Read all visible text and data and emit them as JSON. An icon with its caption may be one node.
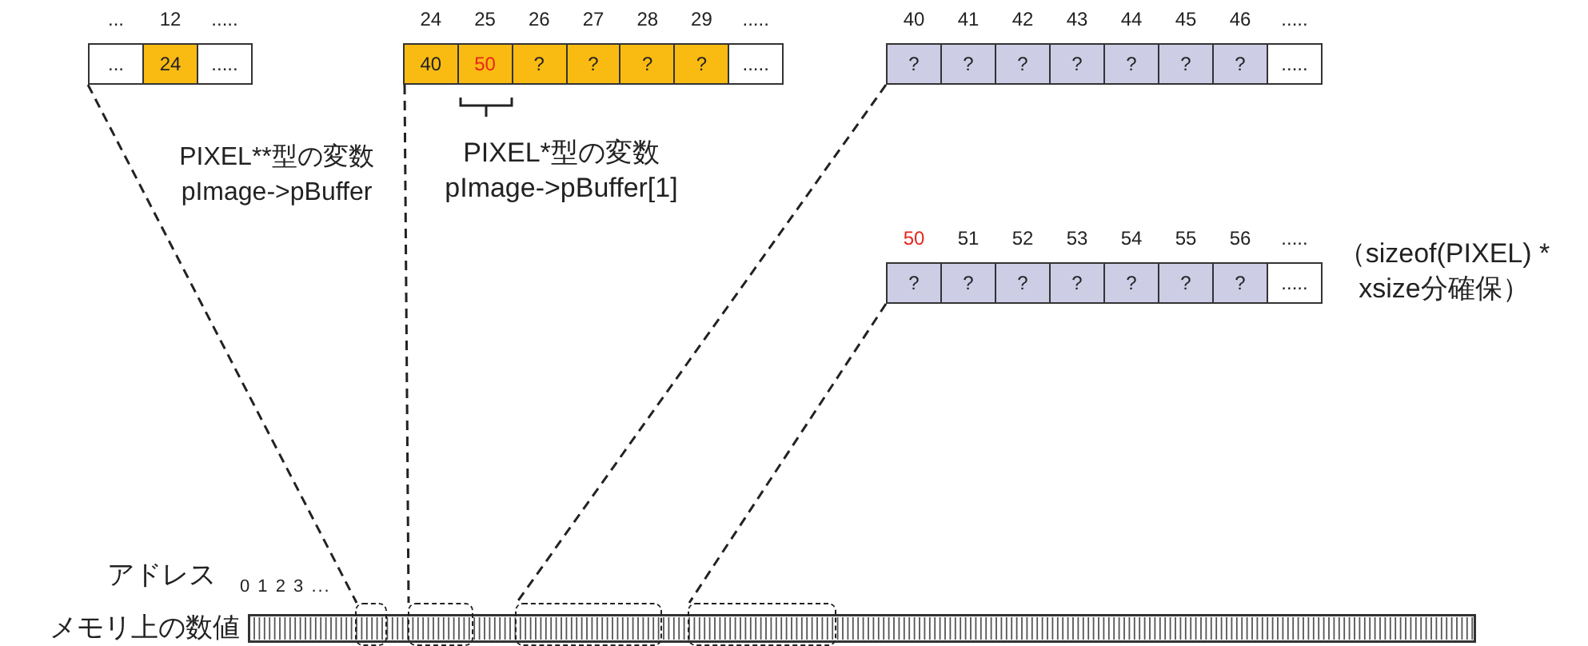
{
  "diagram": {
    "nodes": [
      {
        "text": [],
        "shape": "box"
      },
      {
        "text": [
          "..."
        ],
        "in": 0,
        "beside": [
          "..."
        ]
      },
      {
        "text": [
          "24"
        ],
        "in": 0,
        "beside": [
          "12"
        ]
      },
      {
        "text": [
          "....."
        ],
        "in": 0,
        "beside": [
          "....."
        ]
      },
      {
        "text": [],
        "shape": "box"
      },
      {
        "text": [
          "40"
        ],
        "in": 4,
        "beside": [
          "24"
        ]
      },
      {
        "text": [
          "50"
        ],
        "in": 4,
        "beside": [
          "25"
        ]
      },
      {
        "text": [
          "?"
        ],
        "in": 4,
        "beside": [
          "26"
        ]
      },
      {
        "text": [
          "?"
        ],
        "in": 4,
        "beside": [
          "27"
        ]
      },
      {
        "text": [
          "?"
        ],
        "in": 4,
        "beside": [
          "28"
        ]
      },
      {
        "text": [
          "?"
        ],
        "in": 4,
        "beside": [
          "29"
        ]
      },
      {
        "text": [
          "....."
        ],
        "in": 4,
        "beside": [
          "....."
        ]
      },
      {
        "text": [],
        "shape": "box"
      },
      {
        "text": [
          "?"
        ],
        "in": 12,
        "beside": [
          "40"
        ]
      },
      {
        "text": [
          "?"
        ],
        "in": 12,
        "beside": [
          "41"
        ]
      },
      {
        "text": [
          "?"
        ],
        "in": 12,
        "beside": [
          "42"
        ]
      },
      {
        "text": [
          "?"
        ],
        "in": 12,
        "beside": [
          "43"
        ]
      },
      {
        "text": [
          "?"
        ],
        "in": 12,
        "beside": [
          "44"
        ]
      },
      {
        "text": [
          "?"
        ],
        "in": 12,
        "beside": [
          "45"
        ]
      },
      {
        "text": [
          "?"
        ],
        "in": 12,
        "beside": [
          "46"
        ]
      },
      {
        "text": [
          "....."
        ],
        "in": 12,
        "beside": [
          "....."
        ]
      },
      {
        "text": [],
        "shape": "box"
      },
      {
        "text": [
          "?"
        ],
        "in": 21,
        "beside": [
          "50"
        ]
      },
      {
        "text": [
          "?"
        ],
        "in": 21,
        "beside": [
          "51"
        ]
      },
      {
        "text": [
          "?"
        ],
        "in": 21,
        "beside": [
          "52"
        ]
      },
      {
        "text": [
          "?"
        ],
        "in": 21,
        "beside": [
          "53"
        ]
      },
      {
        "text": [
          "?"
        ],
        "in": 21,
        "beside": [
          "54"
        ]
      },
      {
        "text": [
          "?"
        ],
        "in": 21,
        "beside": [
          "55"
        ]
      },
      {
        "text": [
          "?"
        ],
        "in": 21,
        "beside": [
          "56"
        ]
      },
      {
        "text": [
          "....."
        ],
        "in": 21,
        "beside": [
          "....."
        ]
      },
      {
        "text": [],
        "shape": "bar",
        "beside": [
          "メモリ上の数値"
        ]
      },
      {
        "text": [],
        "shape": "box",
        "in": 30
      },
      {
        "text": [],
        "shape": "box",
        "in": 30
      },
      {
        "text": [],
        "shape": "box",
        "in": 30
      },
      {
        "text": [],
        "shape": "box",
        "in": 30
      }
    ],
    "edges": [
      {
        "from": 0,
        "to": 31,
        "arrow": "none",
        "style": "dashed"
      },
      {
        "from": 4,
        "to": 32,
        "arrow": "none",
        "style": "dashed"
      },
      {
        "from": 12,
        "to": 33,
        "arrow": "none",
        "style": "dashed"
      },
      {
        "from": 21,
        "to": 34,
        "arrow": "none",
        "style": "dashed"
      }
    ],
    "labels": [
      "PIXEL**型の変数 pImage->pBuffer",
      "PIXEL*型の変数 pImage->pBuffer[1]",
      "（sizeof(PIXEL) * xsize分確保）",
      "アドレス",
      "0 1 2 3 ..."
    ]
  }
}
